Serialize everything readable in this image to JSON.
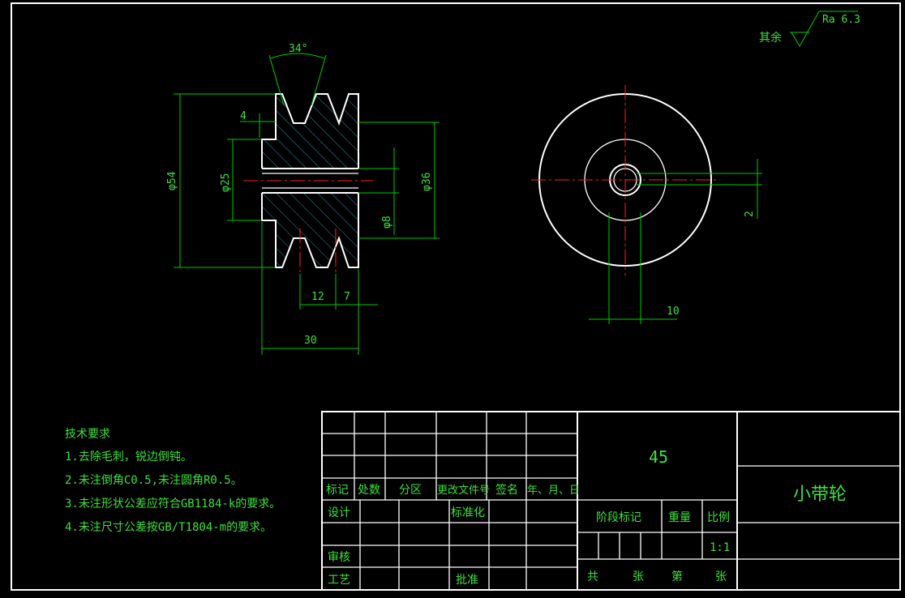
{
  "dimensions": {
    "angle": "34°",
    "groove_depth": "4",
    "outer_dia": "φ54",
    "hub_dia": "φ25",
    "pitch_dia": "φ36",
    "bore_dia": "φ8",
    "groove_pitch": "12",
    "groove_offset": "7",
    "width": "30",
    "keyway_width": "2",
    "keyway_depth": "10"
  },
  "surface": {
    "label": "其余",
    "ra": "Ra 6.3"
  },
  "notes": {
    "title": "技术要求",
    "items": [
      "1.去除毛刺，锐边倒钝。",
      "2.未注倒角C0.5,未注圆角R0.5。",
      "3.未注形状公差应符合GB1184-k的要求。",
      "4.未注尺寸公差按GB/T1804-m的要求。"
    ]
  },
  "title_block": {
    "material": "45",
    "part_name": "小带轮",
    "headers": [
      "标记",
      "处数",
      "分区",
      "更改文件号",
      "签名",
      "年、月、日"
    ],
    "roles": {
      "design": "设计",
      "standard": "标准化",
      "review": "审核",
      "process": "工艺",
      "approve": "批准"
    },
    "stage_label": "阶段标记",
    "weight_label": "重量",
    "scale_label": "比例",
    "scale_value": "1:1",
    "sheet": {
      "total": "共",
      "sheets": "张",
      "nth": "第",
      "sheet2": "张"
    }
  }
}
